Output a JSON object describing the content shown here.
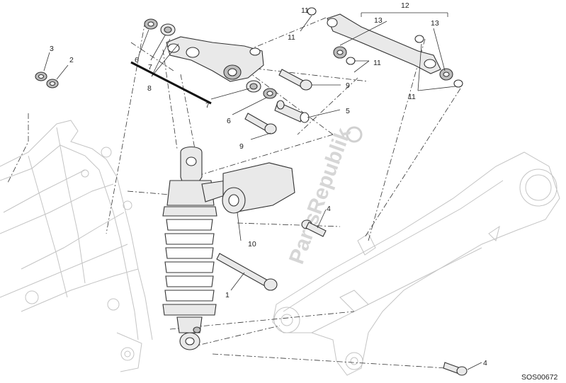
{
  "callouts": [
    "1",
    "2",
    "3",
    "4",
    "4",
    "5",
    "6",
    "6",
    "7",
    "7",
    "8",
    "9",
    "9",
    "10",
    "11",
    "11",
    "11",
    "11",
    "12",
    "13",
    "13"
  ],
  "diagram_code": "SOS00672",
  "watermark": "PartsRepublik"
}
